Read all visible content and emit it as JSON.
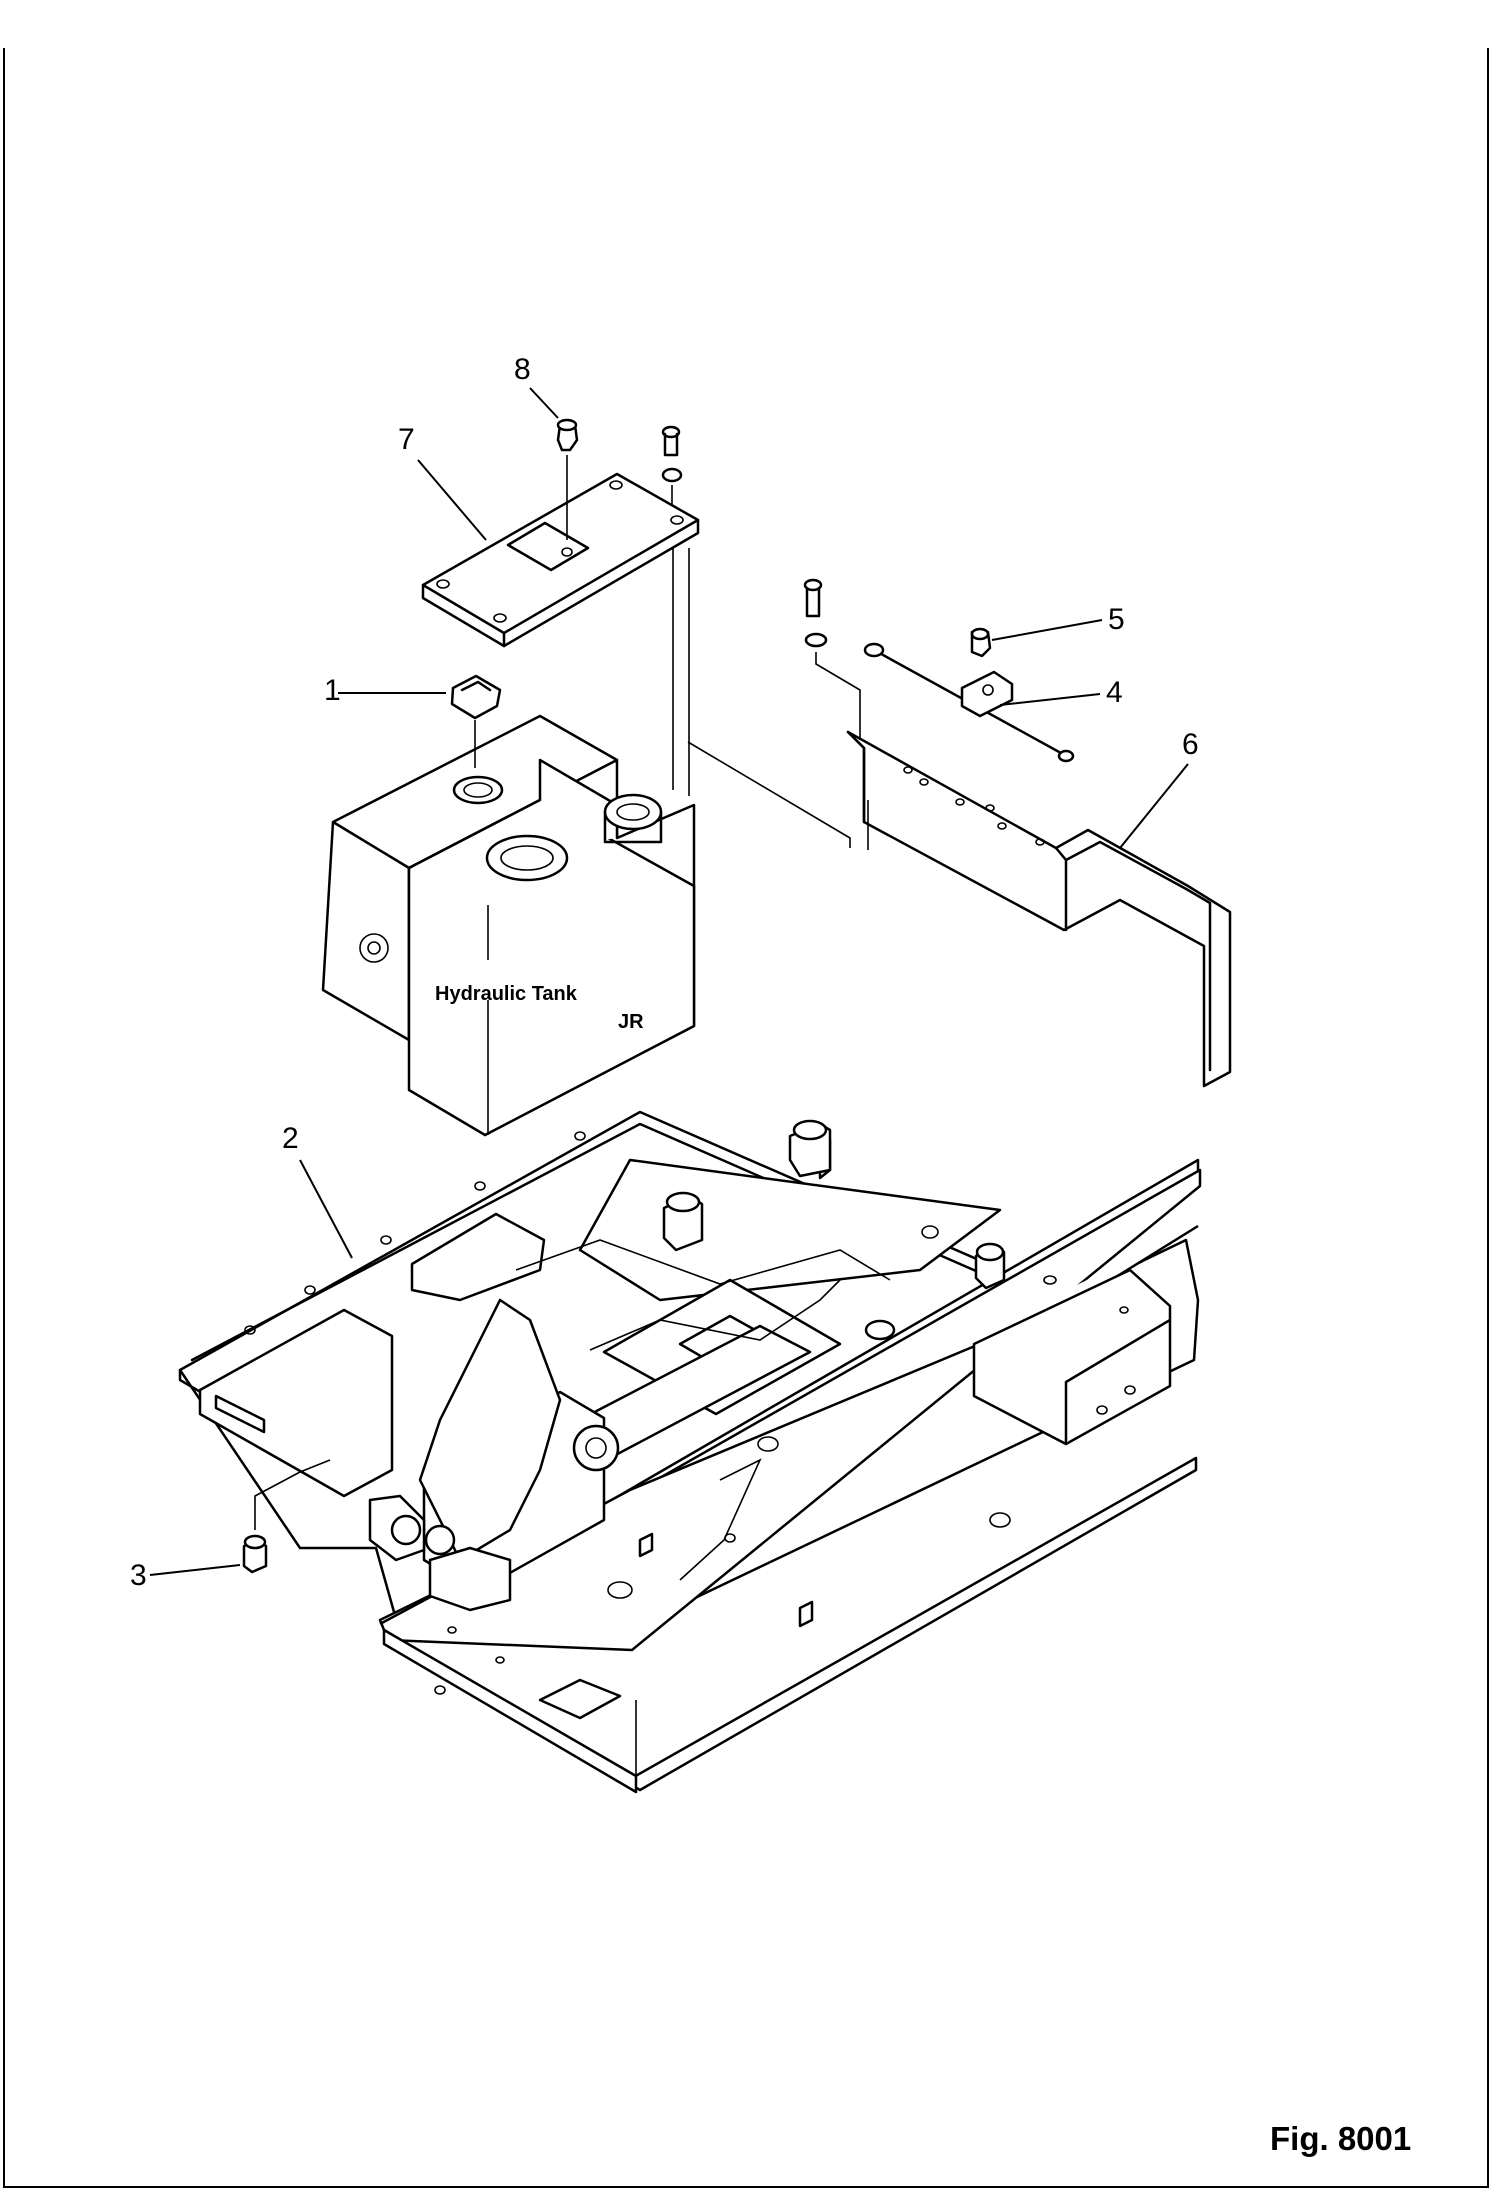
{
  "figure": {
    "label": "Fig. 8001"
  },
  "labels": {
    "tank": "Hydraulic Tank"
  },
  "callouts": [
    {
      "id": "c1",
      "text": "1"
    },
    {
      "id": "c2",
      "text": "2"
    },
    {
      "id": "c3",
      "text": "3"
    },
    {
      "id": "c4",
      "text": "4"
    },
    {
      "id": "c5",
      "text": "5"
    },
    {
      "id": "c6",
      "text": "6"
    },
    {
      "id": "c7",
      "text": "7"
    },
    {
      "id": "c8",
      "text": "8"
    }
  ]
}
